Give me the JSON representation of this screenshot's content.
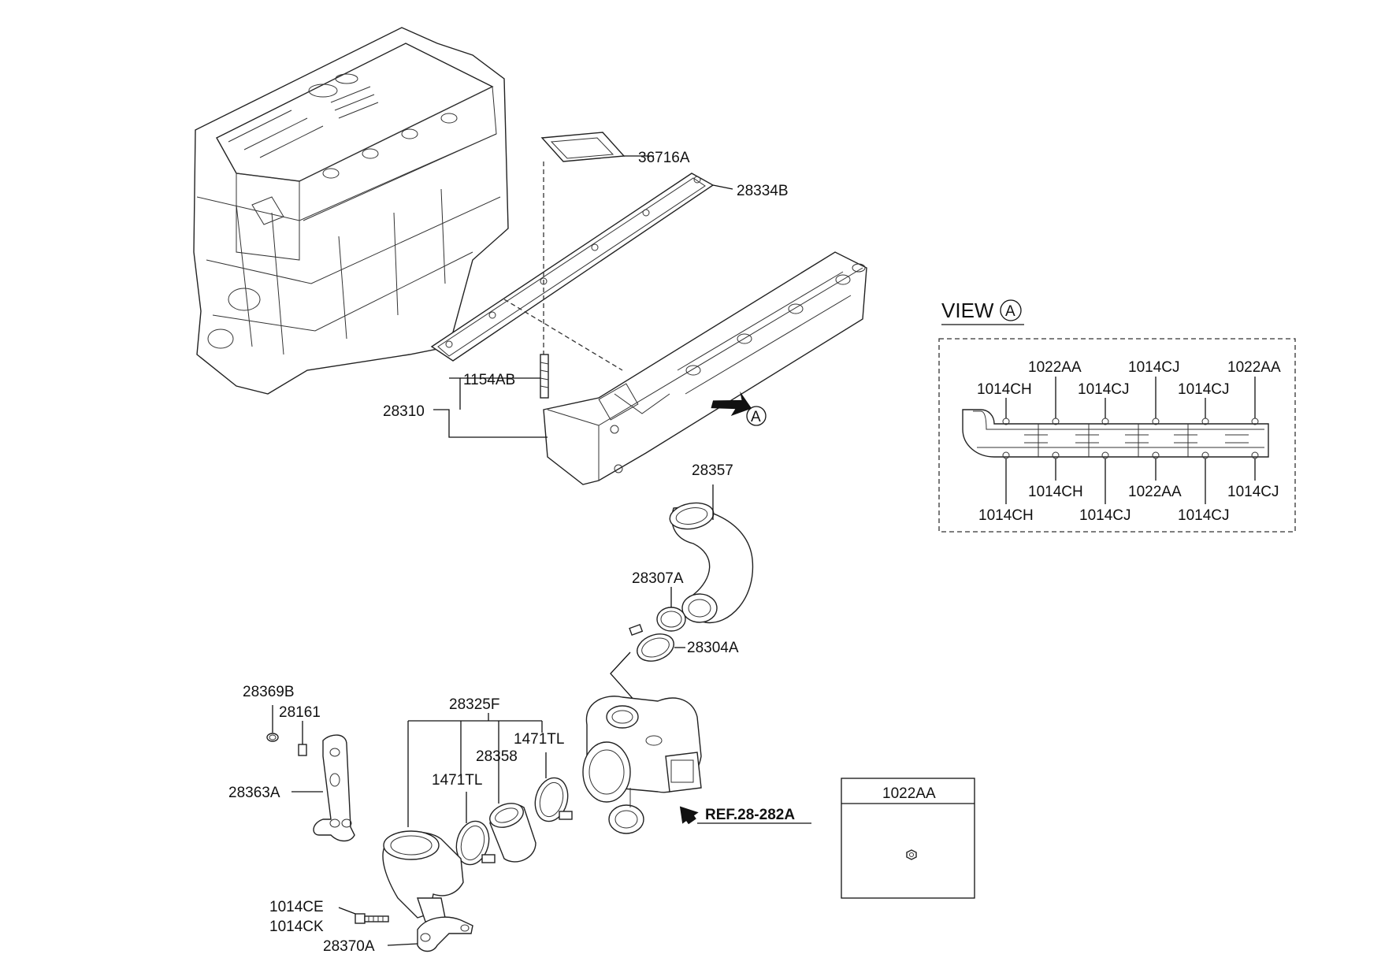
{
  "labels": {
    "p36716A": "36716A",
    "p28334B": "28334B",
    "p1154AB": "1154AB",
    "p28310": "28310",
    "p28357": "28357",
    "p28307A": "28307A",
    "p28304A": "28304A",
    "p28369B": "28369B",
    "p28161": "28161",
    "p28363A": "28363A",
    "p28325F": "28325F",
    "p28358": "28358",
    "p1471TL_a": "1471TL",
    "p1471TL_b": "1471TL",
    "p1014CE": "1014CE",
    "p1014CK": "1014CK",
    "p28370A": "28370A",
    "ref": "REF.28-282A",
    "viewA_marker": "A"
  },
  "view_a": {
    "title": "VIEW",
    "marker": "A",
    "top_labels": [
      "1014CH",
      "1022AA",
      "1014CJ",
      "1014CJ",
      "1014CJ",
      "1022AA"
    ],
    "bottom_labels": [
      "1014CH",
      "1014CH",
      "1014CJ",
      "1022AA",
      "1014CJ",
      "1014CJ"
    ]
  },
  "legend_box": {
    "title": "1022AA"
  }
}
